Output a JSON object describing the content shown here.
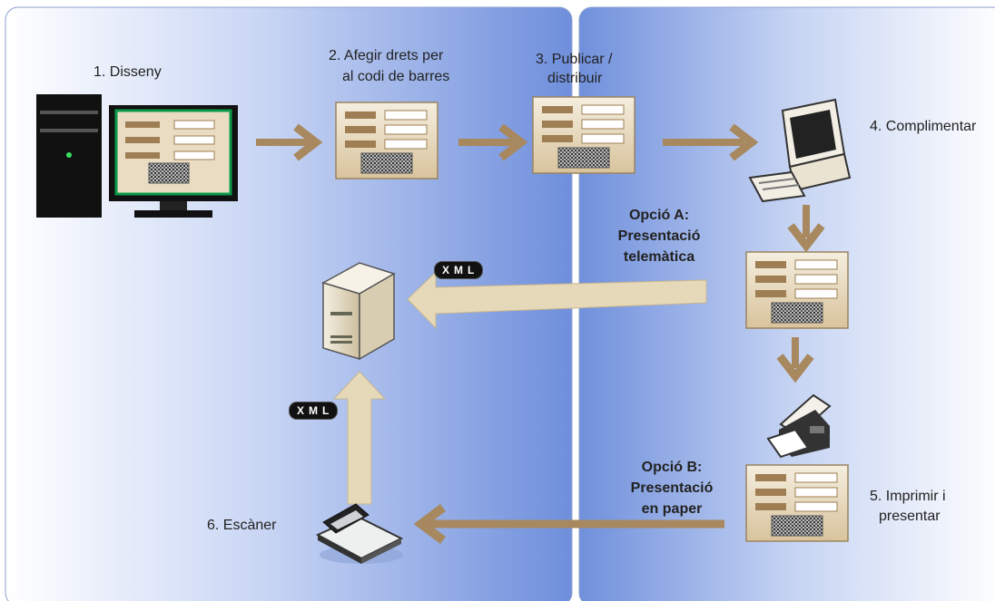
{
  "labels": {
    "step1": "1. Disseny",
    "step2_line1": "2. Afegir drets per",
    "step2_line2": "al codi de barres",
    "step3_line1": "3. Publicar /",
    "step3_line2": "distribuir",
    "step4": "4. Complimentar",
    "step5_line1": "5. Imprimir i",
    "step5_line2": "presentar",
    "step6": "6. Escàner",
    "optA_line1": "Opció A:",
    "optA_line2": "Presentació",
    "optA_line3": "telemàtica",
    "optB_line1": "Opció B:",
    "optB_line2": "Presentació",
    "optB_line3": "en paper"
  },
  "badges": {
    "xml_top": "XML",
    "xml_left": "XML"
  },
  "colors": {
    "arrow": "#a8885e",
    "form_bg": "#e9dcc3",
    "form_field": "#9e7e52",
    "panel_left_edge": "#7e9ce0",
    "panel_right_edge": "#7e9ce0"
  },
  "icons": [
    "desktop-computer-icon",
    "form-document-icon",
    "server-icon",
    "workstation-icon",
    "printer-icon",
    "scanner-icon"
  ]
}
